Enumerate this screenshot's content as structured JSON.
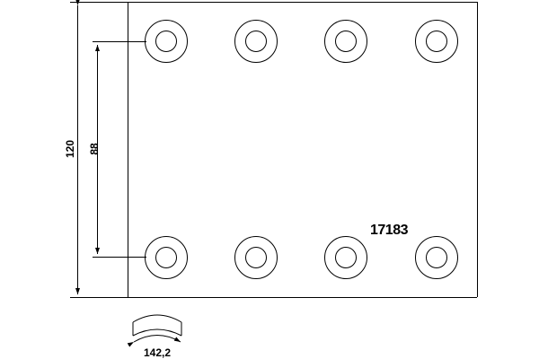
{
  "drawing": {
    "part_number": "17183",
    "dimensions": {
      "overall_height": "120",
      "hole_spacing": "88",
      "arc_length": "142,2"
    },
    "hole_rows": 2,
    "holes_per_row": 4
  }
}
